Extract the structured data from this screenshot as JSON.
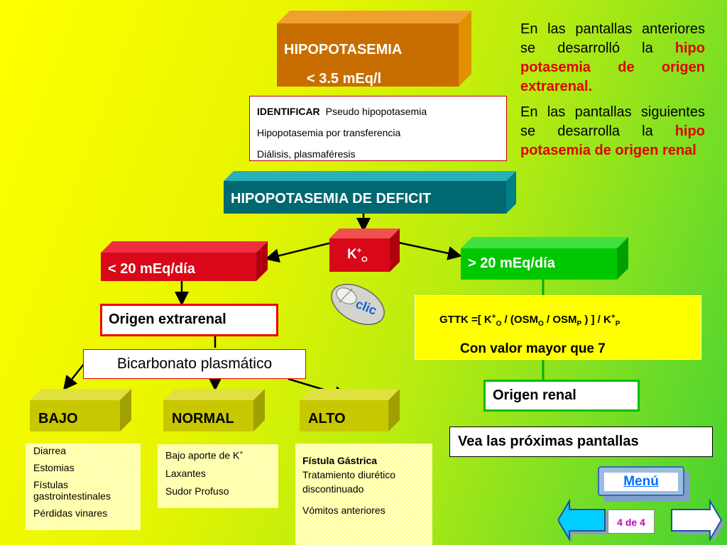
{
  "diagram": {
    "hipopotasemia": {
      "title": "HIPOPOTASEMIA",
      "threshold": "< 3.5 mEq/l"
    },
    "identificar": {
      "label": "IDENTIFICAR",
      "items": [
        "Pseudo hipopotasemia",
        "Hipopotasemia por transferencia",
        "Diálisis, plasmaféresis"
      ]
    },
    "intro_text": {
      "p1_plain": "En las pantallas anteriores se desarrolló la",
      "p1_highlight": "hipo potasemia de origen extrarenal.",
      "p2_plain": "En las pantallas siguientes se desarrolla la",
      "p2_highlight": "hipo potasemia de origen renal"
    },
    "deficit": {
      "title": "HIPOPOTASEMIA DE DEFICIT"
    },
    "k_node": {
      "base": "K",
      "sup": "+",
      "sub": "O"
    },
    "low_branch": {
      "label": "< 20 mEq/día",
      "result": "Origen extrarenal",
      "test": "Bicarbonato plasmático"
    },
    "high_branch": {
      "label": "> 20 mEq/día",
      "formula": {
        "t1": "GTTK =[ K",
        "s1": "+",
        "b1": "O",
        "t2": " / (OSM",
        "b2": "O",
        "t3": " / OSM",
        "b3": "P",
        "t4": " ) ] / K",
        "s2": "+",
        "b4": "P"
      },
      "condition": "Con valor mayor que 7",
      "result": "Origen renal"
    },
    "bicarb_levels": [
      {
        "label": "BAJO",
        "causes": [
          "Diarrea",
          "Estomias",
          "Fístulas gastrointestinales",
          "Pérdidas vinares"
        ]
      },
      {
        "label": "NORMAL",
        "causes": [
          "Bajo aporte de K",
          "Laxantes",
          "Sudor Profuso"
        ],
        "cause_sup": "+"
      },
      {
        "label": "ALTO",
        "causes": [
          "Fístula Gástrica",
          "Tratamiento diurético discontinuado",
          "Vómitos anteriores"
        ]
      }
    ],
    "mouse": {
      "label": "clic"
    }
  },
  "footer": {
    "next_note": "Vea las próximas pantallas",
    "menu_label": "Menú",
    "page_indicator": "4 de 4"
  },
  "colors": {
    "hipo_box": "#c86e00",
    "deficit_box": "#006870",
    "red_box": "#d80818",
    "green_box": "#00c800",
    "olive_box": "#c8c800",
    "highlight_text": "#e00000"
  },
  "icons": {
    "mouse": "mouse-icon",
    "prev": "arrow-left-icon",
    "next": "arrow-right-icon"
  }
}
